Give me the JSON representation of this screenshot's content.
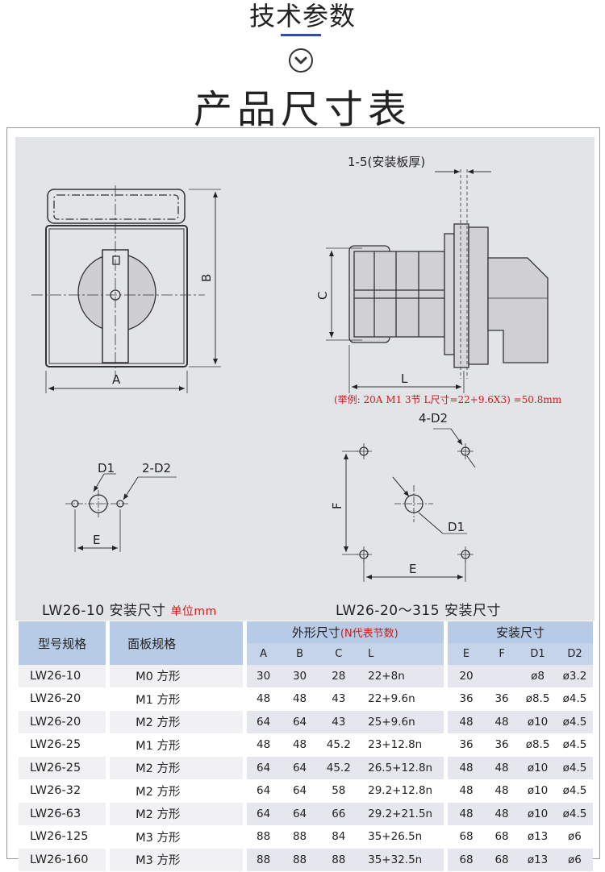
{
  "header": {
    "section_title": "技术参数",
    "main_title": "产品尺寸表"
  },
  "drawing": {
    "labels": {
      "A": "A",
      "B": "B",
      "C": "C",
      "L": "L",
      "D1": "D1",
      "D2_2": "2-D2",
      "D2_4": "4-D2",
      "E": "E",
      "F": "F",
      "panel_thickness": "1-5(安装板厚)"
    },
    "example_note": "(举例: 20A M1 3节 L尺寸=22+9.6X3) =50.8mm",
    "caption_left": "LW26-10 安装尺寸",
    "caption_left_unit": "单位mm",
    "caption_right": "LW26-20～315 安装尺寸"
  },
  "table": {
    "headers": {
      "model": "型号规格",
      "panel": "面板规格",
      "outer": "外形尺寸",
      "outer_note": "(N代表节数)",
      "mount": "安装尺寸"
    },
    "sub_headers": [
      "A",
      "B",
      "C",
      "L",
      "E",
      "F",
      "D1",
      "D2"
    ],
    "rows": [
      {
        "model": "LW26-10",
        "panel": "M0 方形",
        "A": "30",
        "B": "30",
        "C": "28",
        "L": "22+8n",
        "E": "20",
        "F": "",
        "D1": "ø8",
        "D2": "ø3.2"
      },
      {
        "model": "LW26-20",
        "panel": "M1 方形",
        "A": "48",
        "B": "48",
        "C": "43",
        "L": "22+9.6n",
        "E": "36",
        "F": "36",
        "D1": "ø8.5",
        "D2": "ø4.5"
      },
      {
        "model": "LW26-20",
        "panel": "M2 方形",
        "A": "64",
        "B": "64",
        "C": "43",
        "L": "25+9.6n",
        "E": "48",
        "F": "48",
        "D1": "ø10",
        "D2": "ø4.5"
      },
      {
        "model": "LW26-25",
        "panel": "M1 方形",
        "A": "48",
        "B": "48",
        "C": "45.2",
        "L": "23+12.8n",
        "E": "36",
        "F": "36",
        "D1": "ø8.5",
        "D2": "ø4.5"
      },
      {
        "model": "LW26-25",
        "panel": "M2 方形",
        "A": "64",
        "B": "64",
        "C": "45.2",
        "L": "26.5+12.8n",
        "E": "48",
        "F": "48",
        "D1": "ø10",
        "D2": "ø4.5"
      },
      {
        "model": "LW26-32",
        "panel": "M2 方形",
        "A": "64",
        "B": "64",
        "C": "58",
        "L": "29.2+12.8n",
        "E": "48",
        "F": "48",
        "D1": "ø10",
        "D2": "ø4.5"
      },
      {
        "model": "LW26-63",
        "panel": "M2 方形",
        "A": "64",
        "B": "64",
        "C": "66",
        "L": "29.2+21.5n",
        "E": "48",
        "F": "48",
        "D1": "ø10",
        "D2": "ø4.5"
      },
      {
        "model": "LW26-125",
        "panel": "M3 方形",
        "A": "88",
        "B": "88",
        "C": "84",
        "L": "35+26.5n",
        "E": "68",
        "F": "68",
        "D1": "ø13",
        "D2": "ø6"
      },
      {
        "model": "LW26-160",
        "panel": "M3 方形",
        "A": "88",
        "B": "88",
        "C": "88",
        "L": "35+32.5n",
        "E": "68",
        "F": "68",
        "D1": "ø13",
        "D2": "ø6"
      }
    ]
  },
  "icons": {
    "chevron": "chevron-down-circle-icon"
  },
  "colors": {
    "accent": "#2b4fa3",
    "highlight": "#d21a1a",
    "table_header": "#b7cae6"
  }
}
